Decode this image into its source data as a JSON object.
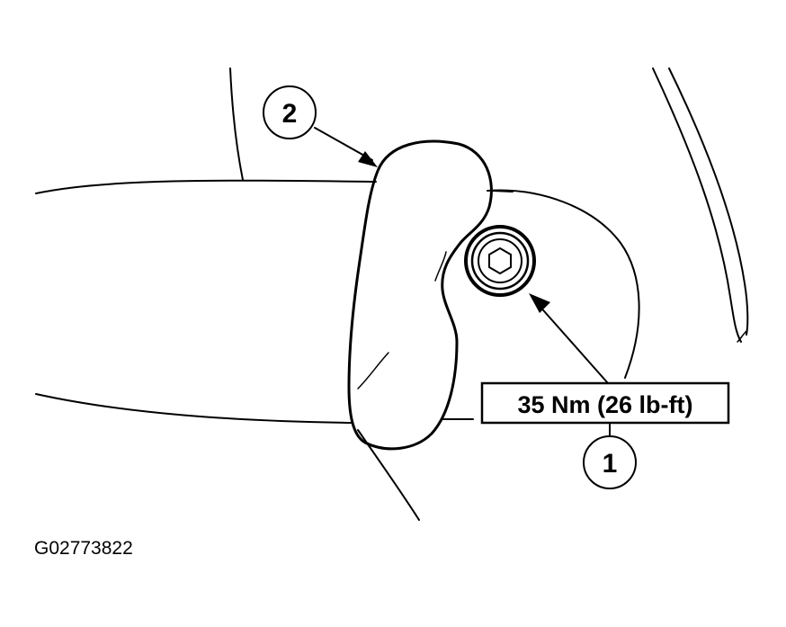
{
  "callouts": {
    "one": "1",
    "two": "2"
  },
  "torque_label": "35 Nm (26 lb-ft)",
  "figure_id": "G02773822"
}
